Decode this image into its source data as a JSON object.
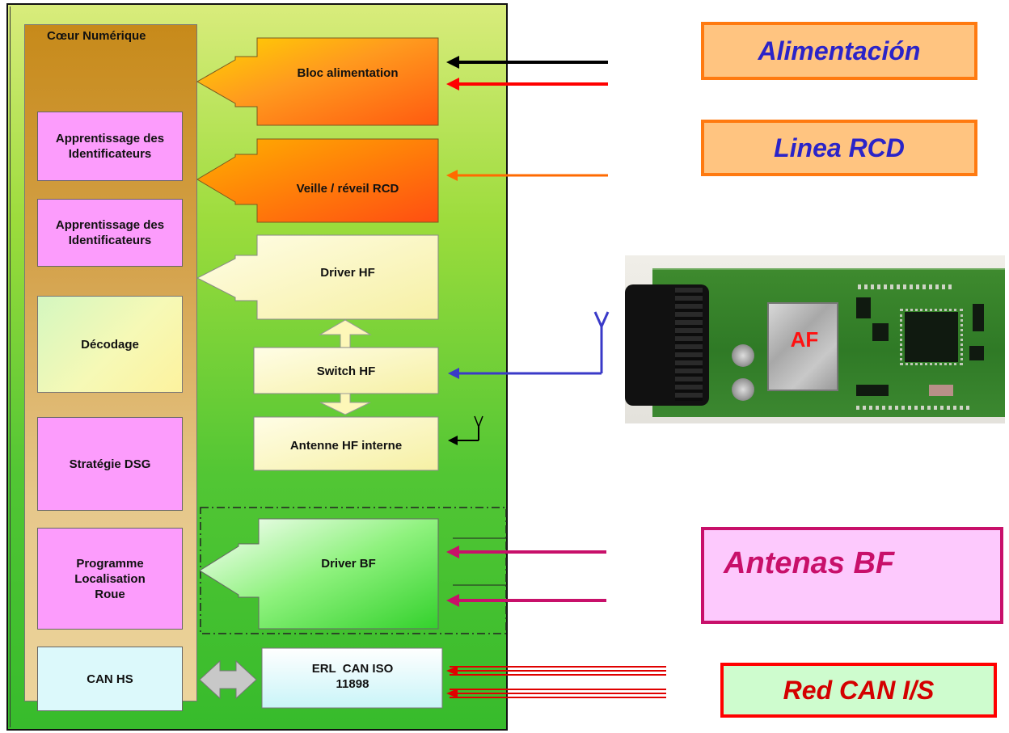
{
  "core": {
    "title": "Cœur Numérique",
    "blocks": [
      {
        "label": "Apprentissage des Identificateurs"
      },
      {
        "label": "Apprentissage des Identificateurs"
      },
      {
        "label": "Décodage"
      },
      {
        "label": "Stratégie DSG"
      },
      {
        "label": "Programme Localisation Roue"
      },
      {
        "label": "CAN HS"
      }
    ]
  },
  "modules": {
    "bloc_alim": "Bloc alimentation",
    "veille": "Veille / réveil RCD",
    "driver_hf": "Driver HF",
    "switch_hf": "Switch HF",
    "antenne_hf": "Antenne HF interne",
    "driver_bf": "Driver BF",
    "erl_can": "ERL  CAN ISO 11898"
  },
  "external": {
    "alimentacion": "Alimentación",
    "linea_rcd": "Linea RCD",
    "antenas_bf": "Antenas BF",
    "red_can": "Red CAN I/S",
    "photo_label": "AF"
  },
  "colors": {
    "power_black": "#000000",
    "power_red": "#ff0000",
    "rcd_line": "#ff6a00",
    "hf_line": "#3a3ac8",
    "bf_line": "#c8106a",
    "can_line": "#e00000"
  }
}
